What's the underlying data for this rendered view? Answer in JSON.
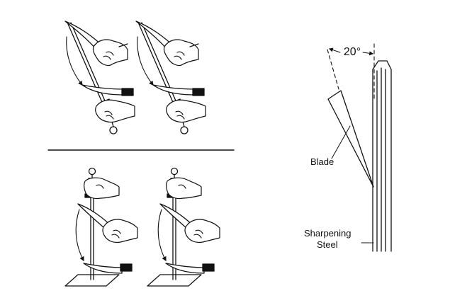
{
  "diagram": {
    "angle_label": "20°",
    "blade_label": "Blade",
    "steel_label_line1": "Sharpening",
    "steel_label_line2": "Steel"
  },
  "panels": [
    {
      "technique": "steel-held-diagonal",
      "stroke": "downward-arc"
    },
    {
      "technique": "steel-held-diagonal",
      "stroke": "downward-arc"
    },
    {
      "technique": "steel-held-vertical-on-surface",
      "stroke": "downward-arc"
    },
    {
      "technique": "steel-held-vertical-on-surface",
      "stroke": "downward-arc"
    }
  ],
  "colors": {
    "line": "#111111",
    "handle": "#111111",
    "background": "#ffffff"
  }
}
